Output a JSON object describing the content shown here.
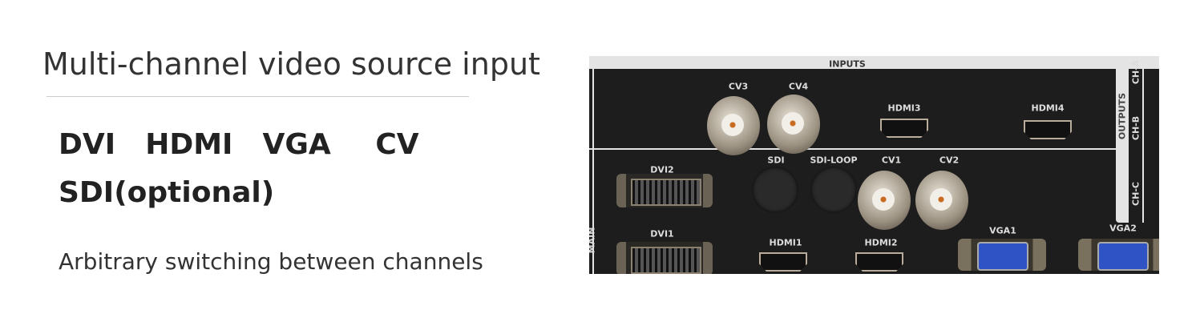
{
  "heading": "Multi-channel video source input",
  "formats_line1": "DVI  HDMI  VGA   CV",
  "formats_line2": "SDI(optional)",
  "subtitle": "Arbitrary switching between channels",
  "panel": {
    "section_inputs": "INPUTS",
    "section_outputs": "OUTPUTS",
    "section_main": "MAIN",
    "ports": {
      "cv3": "CV3",
      "cv4": "CV4",
      "hdmi3": "HDMI3",
      "hdmi4": "HDMI4",
      "sdi": "SDI",
      "sdi_loop": "SDI-LOOP",
      "cv1": "CV1",
      "cv2": "CV2",
      "dvi2": "DVI2",
      "dvi1": "DVI1",
      "hdmi1": "HDMI1",
      "hdmi2": "HDMI2",
      "vga1": "VGA1",
      "vga2": "VGA2"
    },
    "outputs": {
      "ch_a": "CH-A",
      "ch_b": "CH-B",
      "ch_c": "CH-C"
    }
  }
}
